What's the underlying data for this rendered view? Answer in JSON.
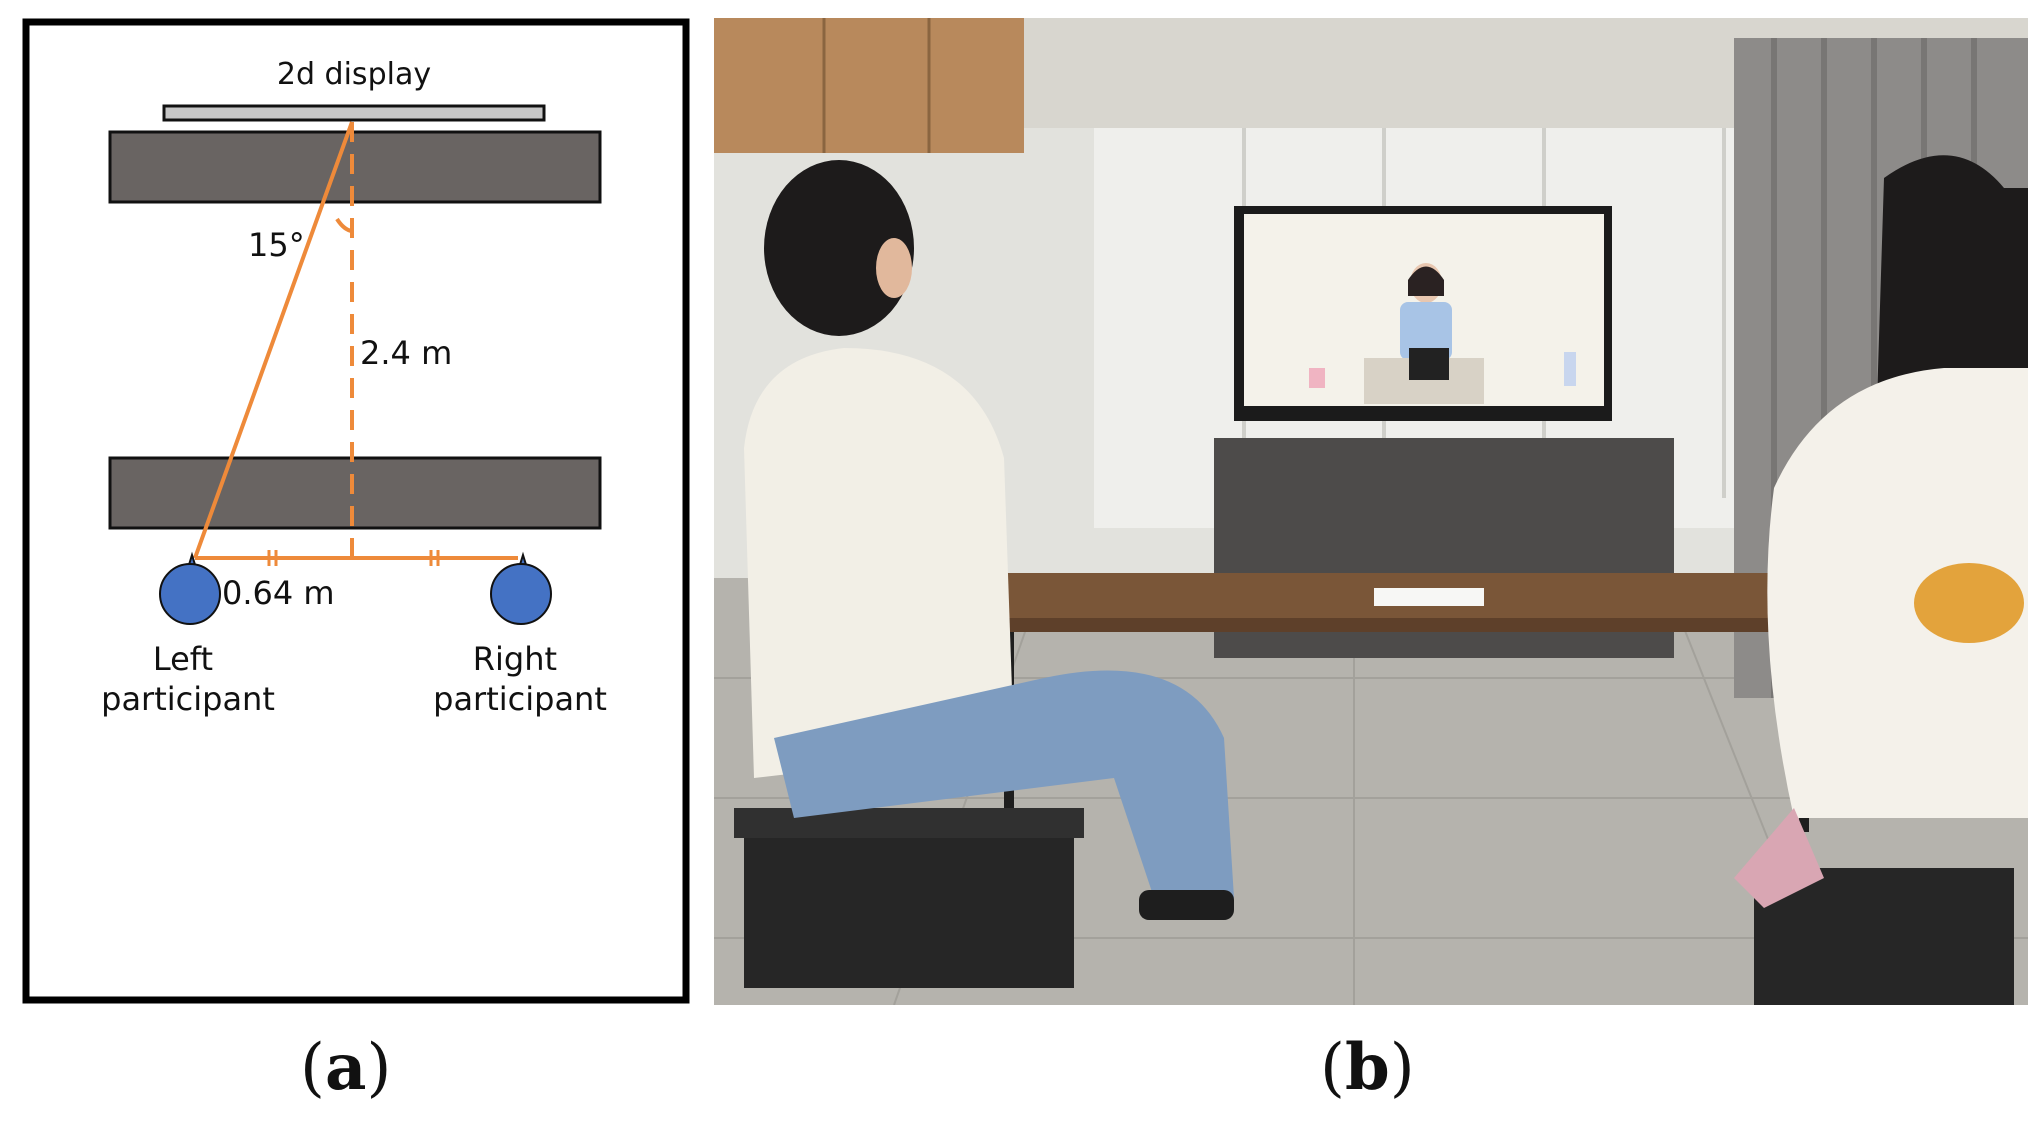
{
  "panel_a": {
    "display_label": "2d display",
    "angle_label": "15°",
    "distance_label": "2.4 m",
    "spacing_label": "0.64 m",
    "left_label_line1": "Left",
    "left_label_line2": "participant",
    "right_label_line1": "Right",
    "right_label_line2": "participant",
    "colors": {
      "accent": "#ee8a3a",
      "participant": "#4472c4",
      "table": "#696462",
      "display": "#c6c6c6"
    }
  },
  "captions": {
    "a": "a",
    "b": "b"
  }
}
